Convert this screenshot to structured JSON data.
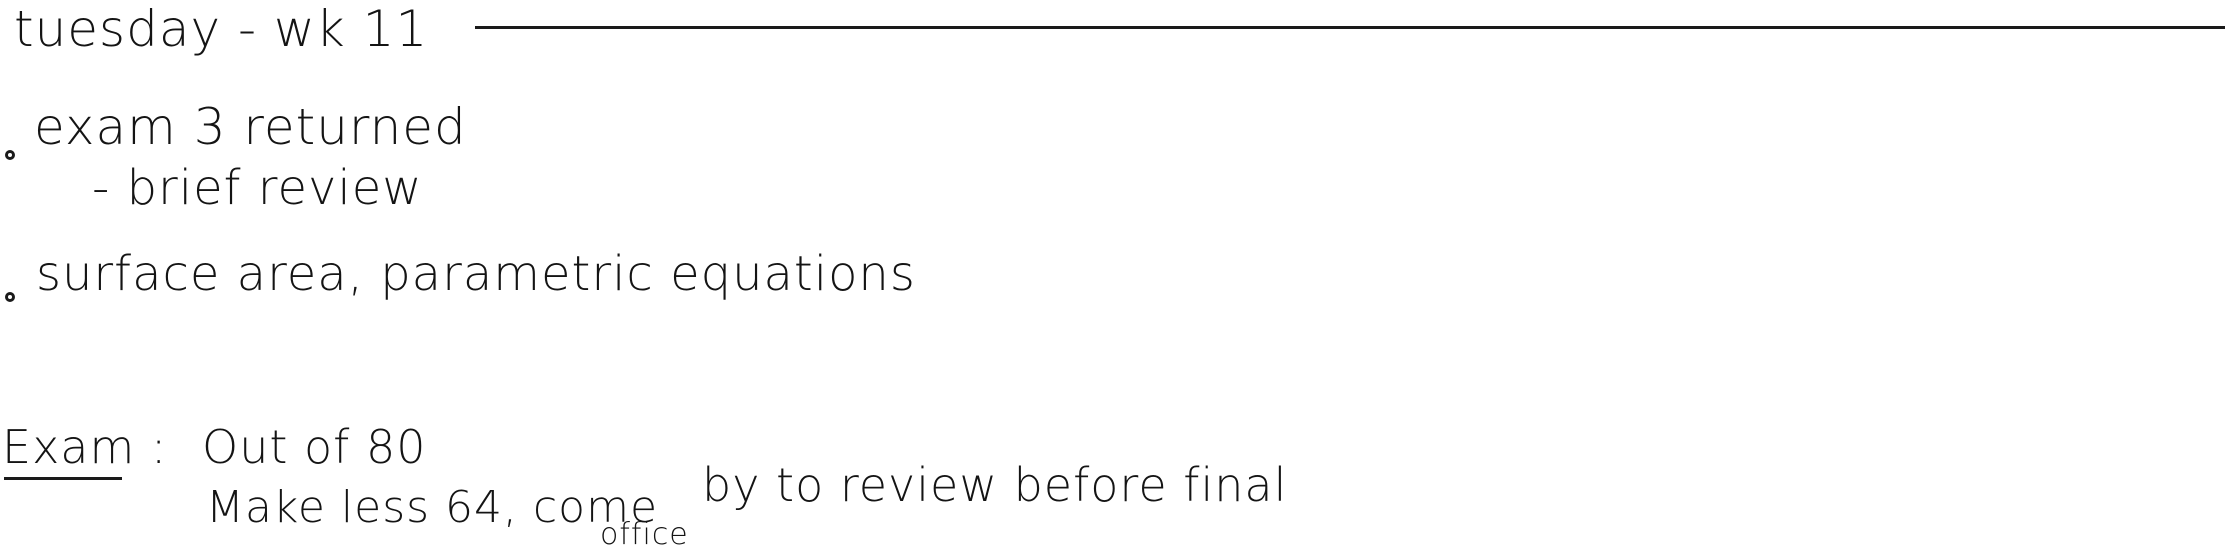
{
  "note": {
    "heading": "tuesday - wk 11",
    "items": [
      {
        "text": "exam 3 returned"
      },
      {
        "text": "- brief review"
      },
      {
        "text": "surface area, parametric equations"
      }
    ],
    "exam_section": {
      "label": "Exam :",
      "line1": "Out of 80",
      "line2_part1": "Make less 64, come",
      "line2_part2": "by to review before final",
      "insertion": "office"
    }
  }
}
